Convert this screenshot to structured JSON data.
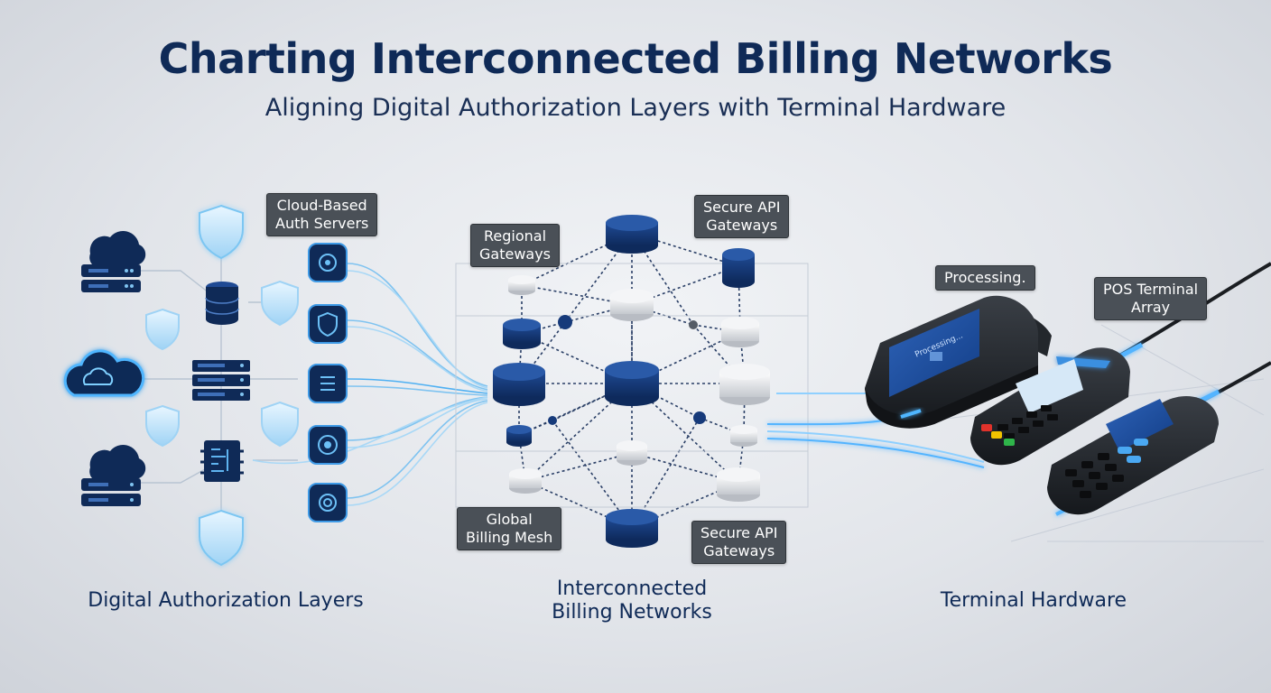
{
  "header": {
    "title": "Charting Interconnected Billing Networks",
    "subtitle": "Aligning Digital Authorization Layers with Terminal Hardware"
  },
  "labels": {
    "cloud_auth": "Cloud-Based\nAuth Servers",
    "regional": "Regional\nGateways",
    "secure_api_top": "Secure API\nGateways",
    "global_mesh": "Global\nBilling Mesh",
    "secure_api_bottom": "Secure API\nGateways",
    "processing": "Processing.",
    "pos_array": "POS Terminal\nArray"
  },
  "sections": {
    "left": "Digital Authorization Layers",
    "middle_line1": "Interconnected",
    "middle_line2": "Billing Networks",
    "right": "Terminal Hardware"
  },
  "device_text": {
    "screen_large": "Processing..."
  },
  "colors": {
    "navy": "#0f2a57",
    "node_dark": "#163a7a",
    "node_light": "#d3d6db",
    "glow": "#3ea8ff",
    "tag_bg": "#4a5057"
  }
}
